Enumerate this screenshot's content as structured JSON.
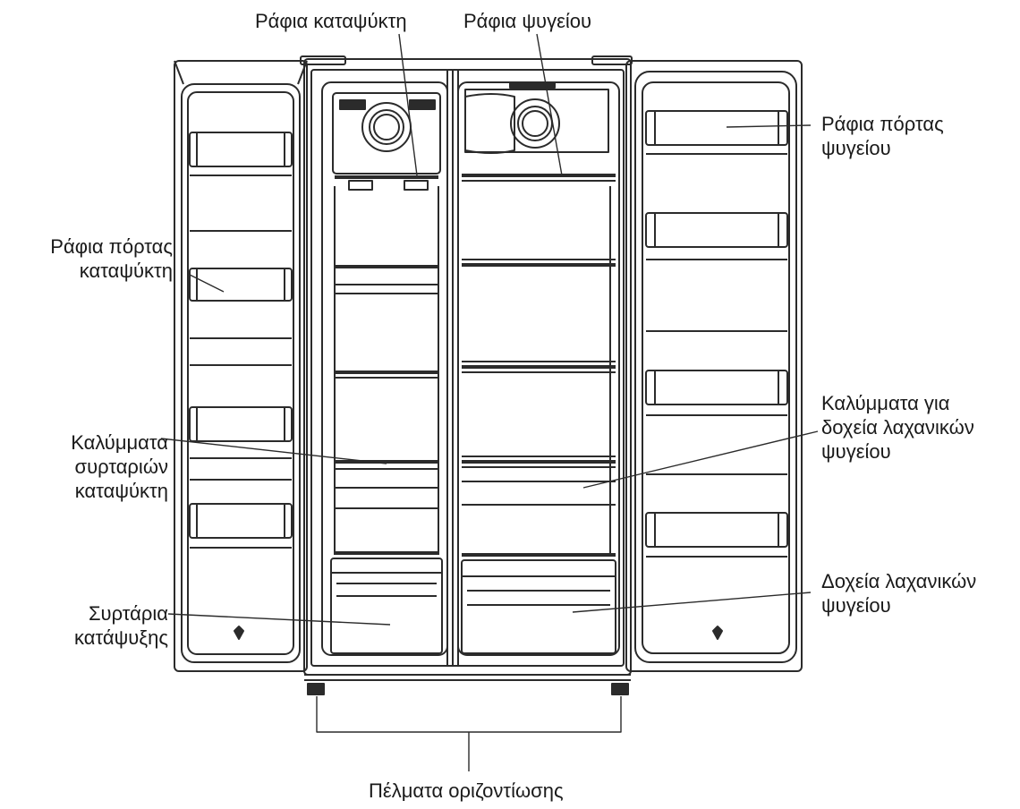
{
  "labels": {
    "freezer_shelves": [
      "Ράφια καταψύκτη"
    ],
    "fridge_shelves": [
      "Ράφια ψυγείου"
    ],
    "fridge_door_shelves": [
      "Ράφια πόρτας",
      "ψυγείου"
    ],
    "freezer_door_shelves": [
      "Ράφια πόρτας",
      "καταψύκτη"
    ],
    "fridge_crisper_covers": [
      "Καλύμματα για",
      "δοχεία λαχανικών",
      "ψυγείου"
    ],
    "freezer_drawer_covers": [
      "Καλύμματα",
      "συρταριών",
      "καταψύκτη"
    ],
    "freezer_drawers": [
      "Συρτάρια",
      "κατάψυξης"
    ],
    "fridge_crispers": [
      "Δοχεία λαχανικών",
      "ψυγείου"
    ],
    "leveling_feet": [
      "Πέλματα οριζοντίωσης"
    ]
  },
  "colors": {
    "line": "#2b2b2b",
    "text": "#1a1a1a",
    "background": "#ffffff"
  }
}
